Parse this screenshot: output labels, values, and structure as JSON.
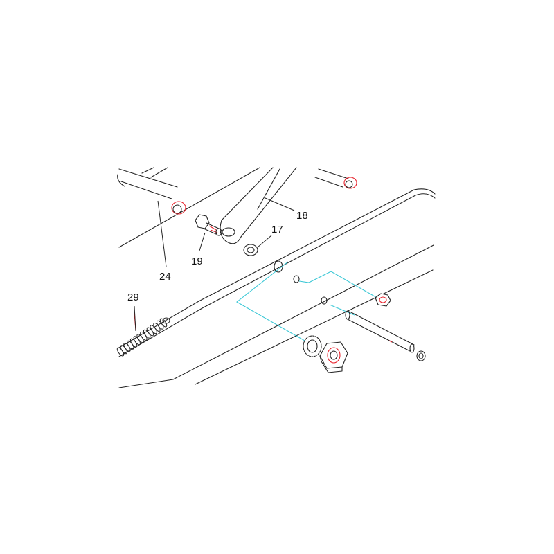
{
  "callouts": [
    {
      "id": "c17",
      "label": "17"
    },
    {
      "id": "c18",
      "label": "18"
    },
    {
      "id": "c19",
      "label": "19"
    },
    {
      "id": "c24",
      "label": "24"
    },
    {
      "id": "c29",
      "label": "29"
    }
  ],
  "colors": {
    "line": "#222222",
    "highlight": "#e8202a",
    "assembly_path": "#3cc8d6",
    "background": "#ffffff"
  }
}
